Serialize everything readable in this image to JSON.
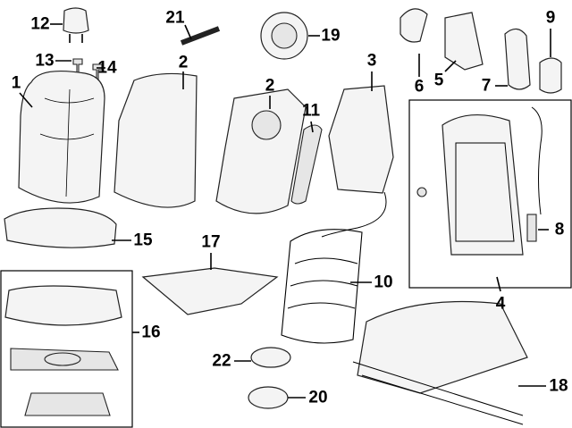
{
  "callouts": {
    "c1": "1",
    "c2a": "2",
    "c2b": "2",
    "c3": "3",
    "c4": "4",
    "c5": "5",
    "c6": "6",
    "c7": "7",
    "c8": "8",
    "c9": "9",
    "c10": "10",
    "c11": "11",
    "c12": "12",
    "c13": "13",
    "c14": "14",
    "c15": "15",
    "c16": "16",
    "c17": "17",
    "c18": "18",
    "c19": "19",
    "c20": "20",
    "c21": "21",
    "c22": "22"
  }
}
